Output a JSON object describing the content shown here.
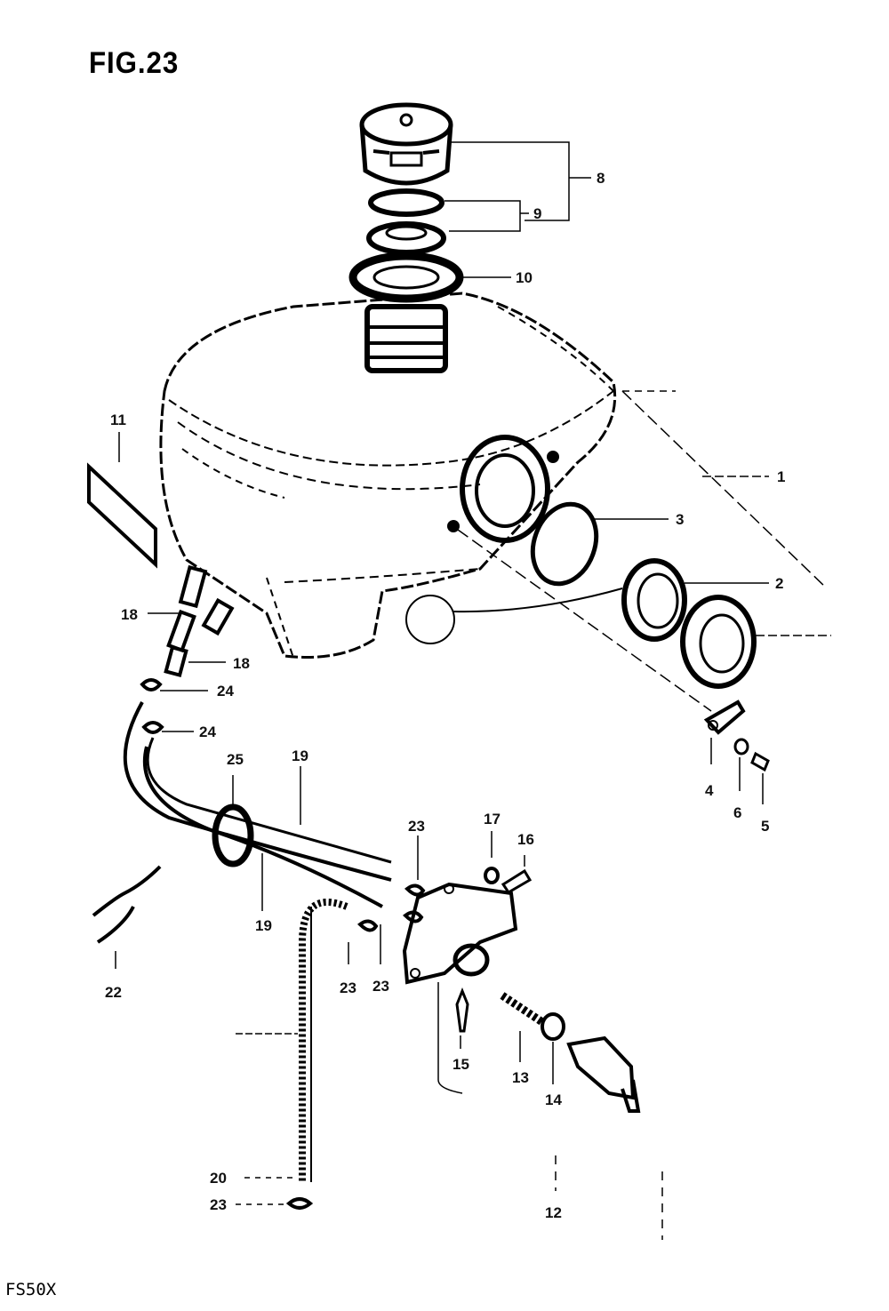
{
  "figure": {
    "title": "FIG.23",
    "model": "FS50X"
  },
  "callouts": [
    {
      "id": "c1",
      "text": "1"
    },
    {
      "id": "c2",
      "text": "2"
    },
    {
      "id": "c3",
      "text": "3"
    },
    {
      "id": "c4",
      "text": "4"
    },
    {
      "id": "c5",
      "text": "5"
    },
    {
      "id": "c6",
      "text": "6"
    },
    {
      "id": "c8",
      "text": "8"
    },
    {
      "id": "c9",
      "text": "9"
    },
    {
      "id": "c10",
      "text": "10"
    },
    {
      "id": "c11",
      "text": "11"
    },
    {
      "id": "c12",
      "text": "12"
    },
    {
      "id": "c13",
      "text": "13"
    },
    {
      "id": "c14",
      "text": "14"
    },
    {
      "id": "c15",
      "text": "15"
    },
    {
      "id": "c16",
      "text": "16"
    },
    {
      "id": "c17",
      "text": "17"
    },
    {
      "id": "c18a",
      "text": "18"
    },
    {
      "id": "c18b",
      "text": "18"
    },
    {
      "id": "c19a",
      "text": "19"
    },
    {
      "id": "c19b",
      "text": "19"
    },
    {
      "id": "c20",
      "text": "20"
    },
    {
      "id": "c22",
      "text": "22"
    },
    {
      "id": "c23a",
      "text": "23"
    },
    {
      "id": "c23b",
      "text": "23"
    },
    {
      "id": "c23c",
      "text": "23"
    },
    {
      "id": "c23d",
      "text": "23"
    },
    {
      "id": "c24a",
      "text": "24"
    },
    {
      "id": "c24b",
      "text": "24"
    },
    {
      "id": "c25",
      "text": "25"
    }
  ]
}
